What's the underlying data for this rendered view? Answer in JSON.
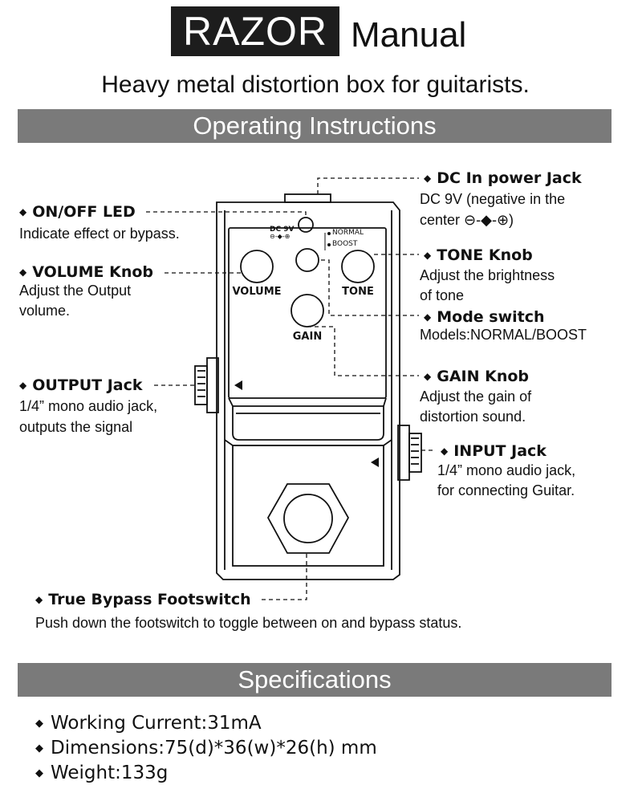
{
  "header": {
    "brand": "RAZOR",
    "title_word": "Manual",
    "subtitle": "Heavy metal distortion box for guitarists."
  },
  "operating": {
    "heading": "Operating Instructions",
    "callouts": {
      "dc_in": {
        "title": "DC In power Jack",
        "desc_1": "DC 9V (negative in the",
        "desc_2": "center",
        "desc_symbol": "⊖-◆-⊕)"
      },
      "led": {
        "title": "ON/OFF LED",
        "desc_1": "Indicate effect or bypass."
      },
      "volume": {
        "title": "VOLUME Knob",
        "desc_1": "Adjust the Output",
        "desc_2": "volume."
      },
      "tone": {
        "title": "TONE Knob",
        "desc_1": "Adjust the brightness",
        "desc_2": "of tone"
      },
      "mode": {
        "title": "Mode switch",
        "desc_1": "Models:NORMAL/BOOST"
      },
      "gain": {
        "title": "GAIN Knob",
        "desc_1": "Adjust the gain of",
        "desc_2": "distortion sound."
      },
      "output": {
        "title": "OUTPUT Jack",
        "desc_1": "1/4” mono audio jack,",
        "desc_2": "outputs the signal"
      },
      "input": {
        "title": "INPUT Jack",
        "desc_1": "1/4” mono audio jack,",
        "desc_2": "for connecting Guitar."
      },
      "footswitch": {
        "title": "True Bypass Footswitch",
        "desc_1": "Push down the footswitch to toggle between on and bypass status."
      }
    },
    "pedal": {
      "dc_label": "DC 9V",
      "dc_symbol": "⊖-◆-⊕",
      "mode_normal": "NORMAL",
      "mode_boost": "BOOST",
      "knob_volume": "VOLUME",
      "knob_tone": "TONE",
      "knob_gain": "GAIN"
    }
  },
  "specifications": {
    "heading": "Specifications",
    "items": [
      "Working Current:31mA",
      "Dimensions:75(d)*36(w)*26(h) mm",
      "Weight:133g"
    ]
  }
}
